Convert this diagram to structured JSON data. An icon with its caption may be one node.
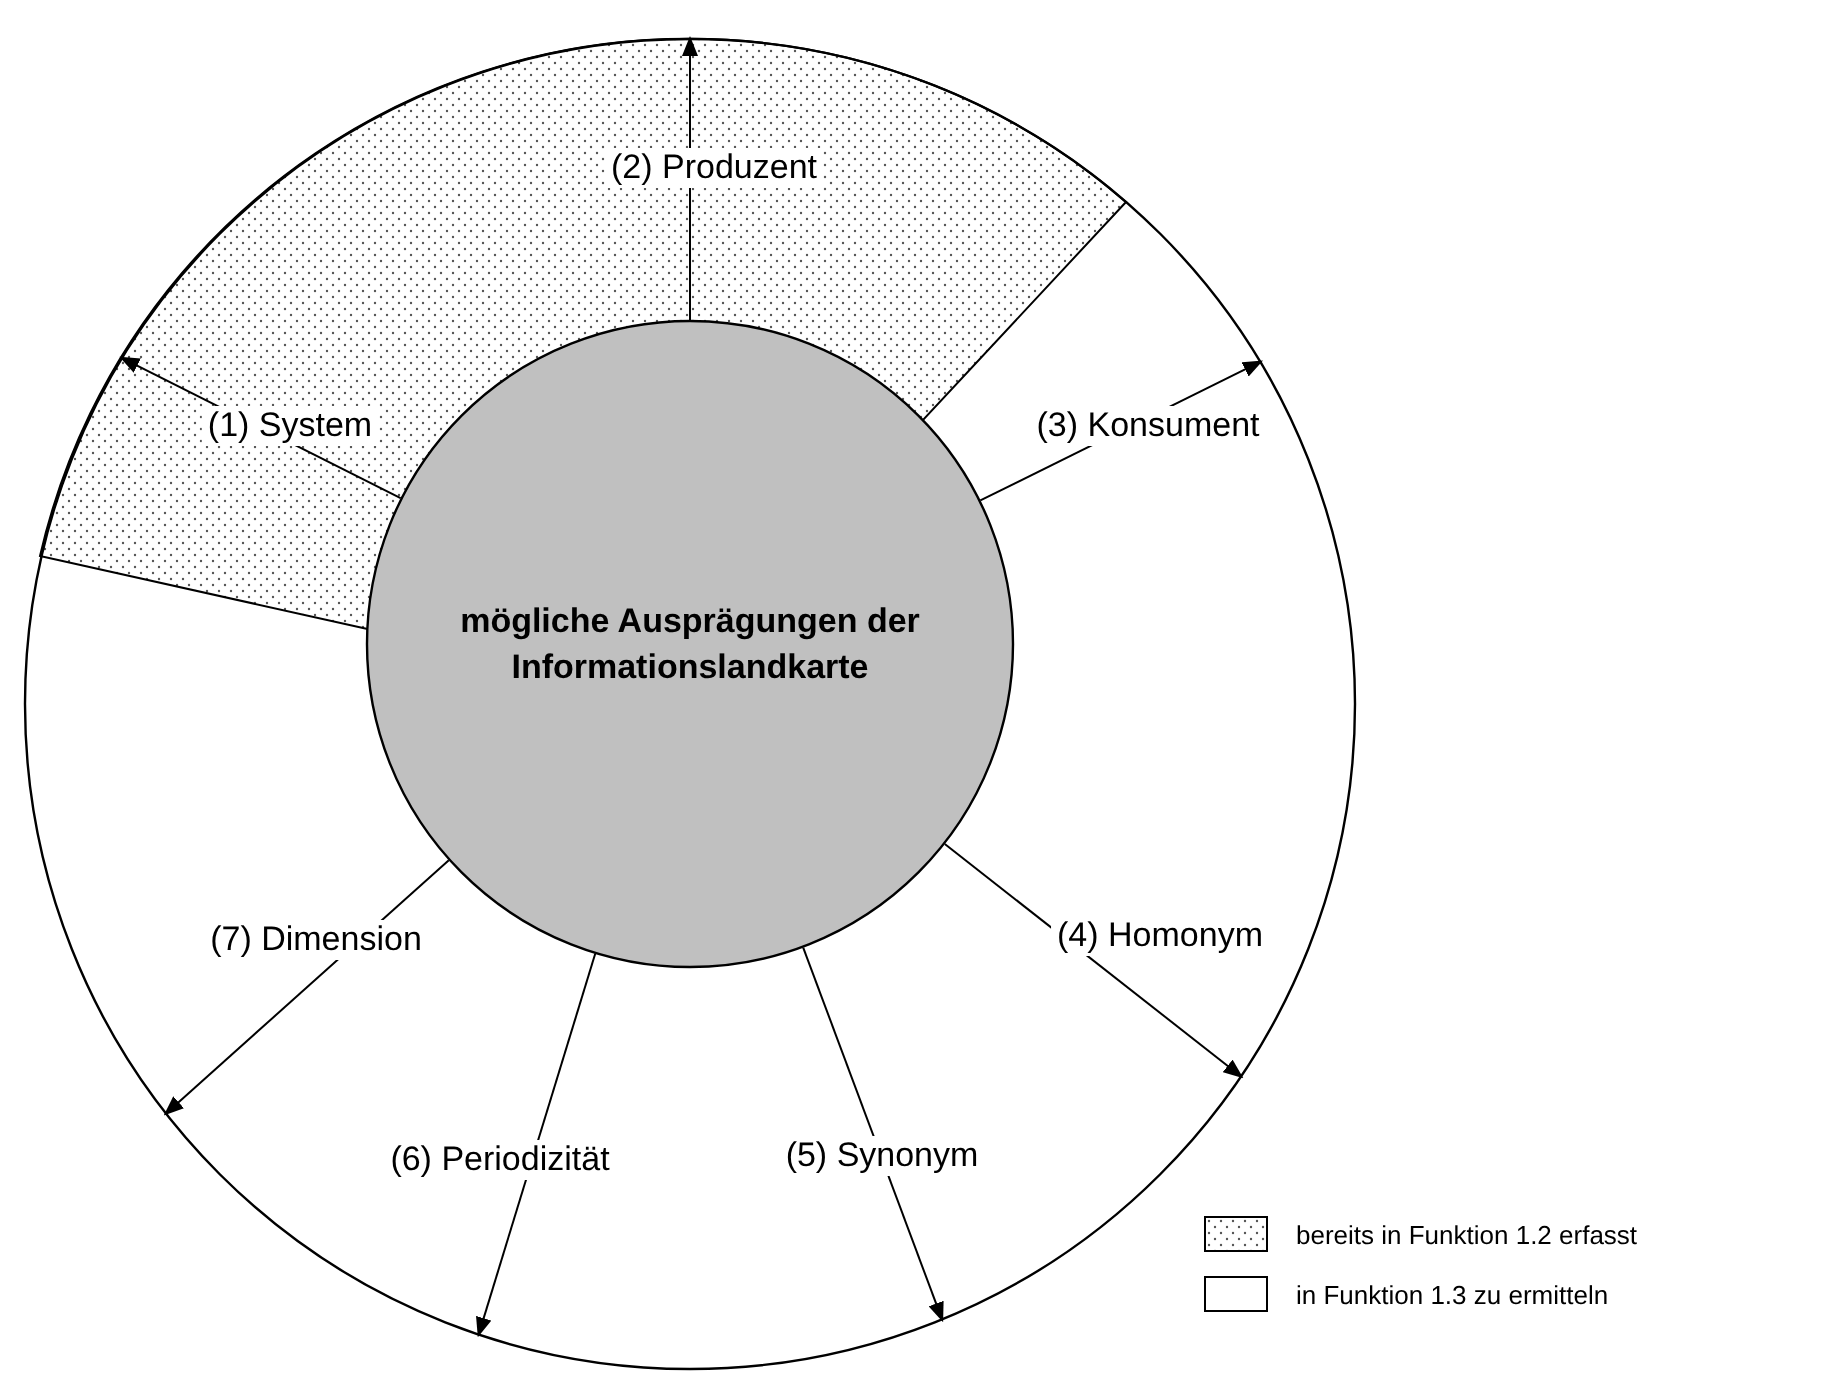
{
  "diagram": {
    "nodes": [
      {
        "text": [],
        "shape": "circle"
      },
      {
        "text": [
          "mögliche Ausprägungen der Informationslandkarte"
        ],
        "in": 0
      }
    ],
    "edges": [
      {
        "from": 1,
        "to": 0,
        "arrow": "to",
        "label": "(1) System"
      },
      {
        "from": 1,
        "to": 0,
        "arrow": "to",
        "label": "(2) Produzent"
      },
      {
        "from": 1,
        "to": 0,
        "arrow": "to",
        "label": "(3) Konsument"
      },
      {
        "from": 1,
        "to": 0,
        "arrow": "to",
        "label": "(4) Homonym"
      },
      {
        "from": 1,
        "to": 0,
        "arrow": "to",
        "label": "(5) Synonym"
      },
      {
        "from": 1,
        "to": 0,
        "arrow": "to",
        "label": "(6) Periodizität"
      },
      {
        "from": 1,
        "to": 0,
        "arrow": "to",
        "label": "(7) Dimension"
      }
    ],
    "legend": [
      {
        "text": "bereits in Funktion 1.2 erfasst"
      },
      {
        "text": "in Funktion 1.3 zu ermitteln",
        "color": "#ffffff"
      }
    ]
  }
}
